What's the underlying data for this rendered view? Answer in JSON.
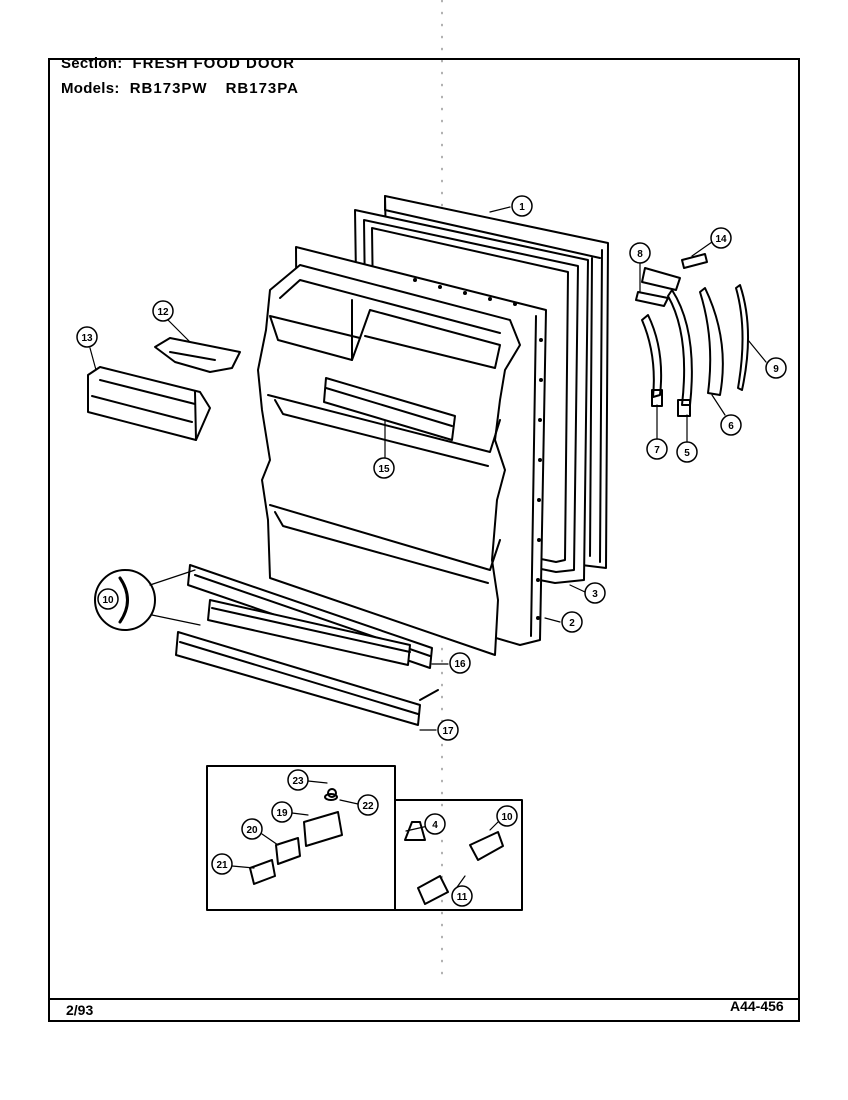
{
  "header": {
    "section_label": "Section:",
    "section_value": "FRESH FOOD DOOR",
    "models_label": "Models:",
    "model_1": "RB173PW",
    "model_2": "RB173PA"
  },
  "footer": {
    "date": "2/93",
    "code": "A44-456"
  },
  "callouts": {
    "c1": "1",
    "c2": "2",
    "c3": "3",
    "c4": "4",
    "c5": "5",
    "c6": "6",
    "c7": "7",
    "c8": "8",
    "c9": "9",
    "c10a": "10",
    "c10b": "10",
    "c11": "11",
    "c12": "12",
    "c13": "13",
    "c14": "14",
    "c15": "15",
    "c16": "16",
    "c17": "17",
    "c19": "19",
    "c20": "20",
    "c21": "21",
    "c22": "22",
    "c23": "23"
  }
}
